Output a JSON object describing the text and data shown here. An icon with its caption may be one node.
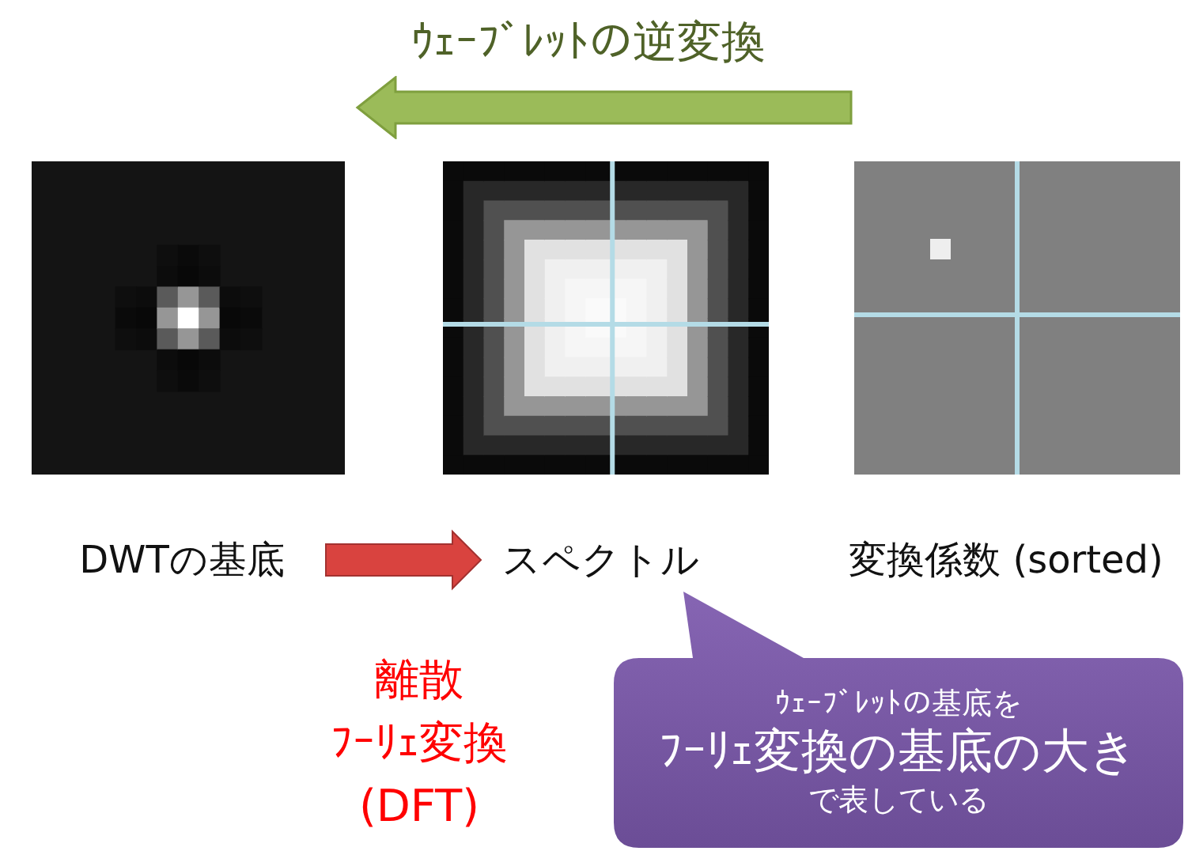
{
  "diagram": {
    "nodes": [
      {
        "text": [],
        "shape": "picture"
      },
      {
        "text": [],
        "shape": "picture"
      },
      {
        "text": [],
        "shape": "picture"
      },
      {
        "text": [
          "DWTの基底"
        ]
      },
      {
        "text": [
          "スペクトル"
        ]
      },
      {
        "text": [
          "変換係数 (sorted)"
        ]
      },
      {
        "text": [
          "ｳｪｰﾌﾞﾚｯﾄの基底を",
          "ﾌｰﾘｪ変換の基底の大き",
          "で表している"
        ]
      }
    ],
    "edges": [
      {
        "from": 3,
        "to": 4,
        "arrow": "to",
        "style": "thick",
        "color": "#d9433f"
      }
    ],
    "labels": [
      "ｳｪｰﾌﾞﾚｯﾄの逆変換",
      "離散",
      "ﾌｰﾘｪ変換",
      "(DFT)"
    ]
  }
}
